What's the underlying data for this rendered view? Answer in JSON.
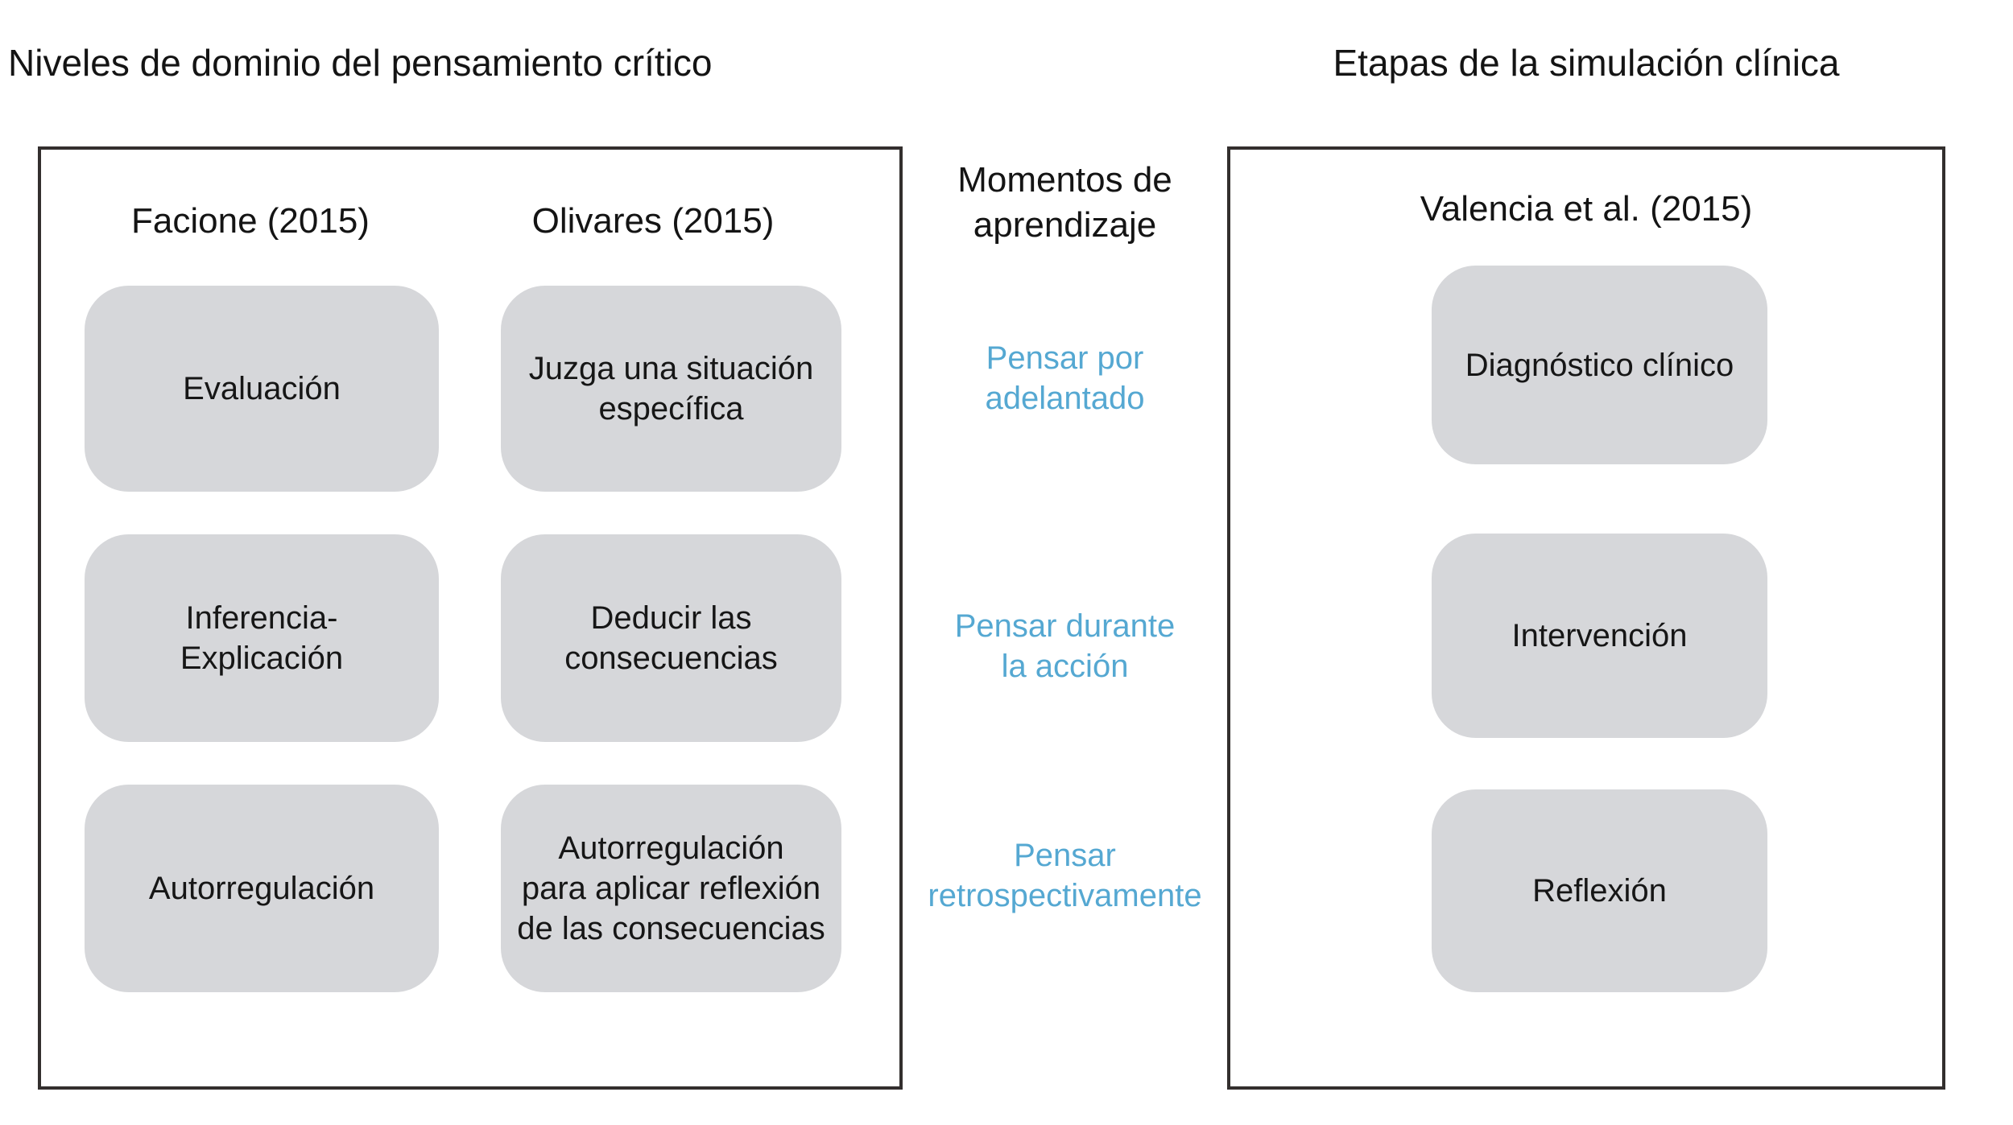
{
  "colors": {
    "accent_blue": "#55a8d2",
    "box_fill": "#d6d7da",
    "frame_border": "#332f2e",
    "text": "#1a1a1a"
  },
  "left_panel": {
    "title": "Niveles de dominio del pensamiento crítico",
    "facione": {
      "header": "Facione (2015)",
      "boxes": [
        "Evaluación",
        "Inferencia-\nExplicación",
        "Autorregulación"
      ]
    },
    "olivares": {
      "header": "Olivares (2015)",
      "boxes": [
        "Juzga una situación\nespecífica",
        "Deducir las\nconsecuencias",
        "Autorregulación\npara aplicar reflexión\nde las consecuencias"
      ]
    }
  },
  "middle_column": {
    "header": "Momentos de\naprendizaje",
    "moments": [
      "Pensar por\nadelantado",
      "Pensar durante\nla acción",
      "Pensar\nretrospectivamente"
    ]
  },
  "right_panel": {
    "title": "Etapas de la simulación clínica",
    "header": "Valencia et al. (2015)",
    "boxes": [
      "Diagnóstico clínico",
      "Intervención",
      "Reflexión"
    ]
  }
}
